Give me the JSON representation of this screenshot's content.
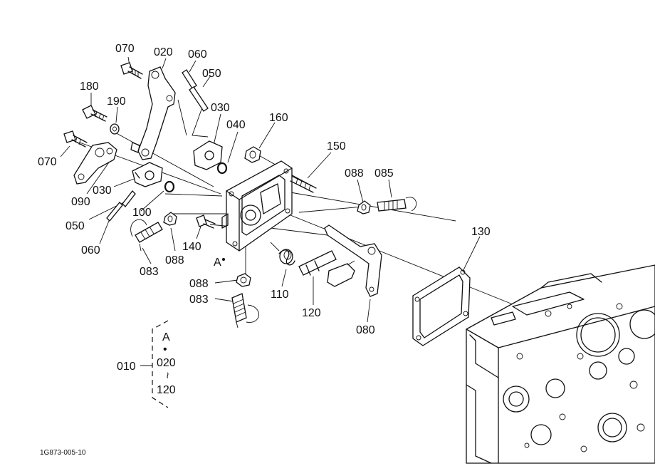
{
  "callouts": [
    {
      "id": "070a",
      "text": "070"
    },
    {
      "id": "020",
      "text": "020"
    },
    {
      "id": "060a",
      "text": "060"
    },
    {
      "id": "050a",
      "text": "050"
    },
    {
      "id": "180",
      "text": "180"
    },
    {
      "id": "190",
      "text": "190"
    },
    {
      "id": "030a",
      "text": "030"
    },
    {
      "id": "040",
      "text": "040"
    },
    {
      "id": "160",
      "text": "160"
    },
    {
      "id": "150",
      "text": "150"
    },
    {
      "id": "088a",
      "text": "088"
    },
    {
      "id": "085",
      "text": "085"
    },
    {
      "id": "070b",
      "text": "070"
    },
    {
      "id": "090",
      "text": "090"
    },
    {
      "id": "030b",
      "text": "030"
    },
    {
      "id": "050b",
      "text": "050"
    },
    {
      "id": "100",
      "text": "100"
    },
    {
      "id": "060b",
      "text": "060"
    },
    {
      "id": "083a",
      "text": "083"
    },
    {
      "id": "088b",
      "text": "088"
    },
    {
      "id": "140",
      "text": "140"
    },
    {
      "id": "A",
      "text": "A"
    },
    {
      "id": "130",
      "text": "130"
    },
    {
      "id": "088c",
      "text": "088"
    },
    {
      "id": "083b",
      "text": "083"
    },
    {
      "id": "110",
      "text": "110"
    },
    {
      "id": "120",
      "text": "120"
    },
    {
      "id": "080",
      "text": "080"
    }
  ],
  "assembly": {
    "label": "010",
    "range_start": "A",
    "dot": "•",
    "range_mid": "020",
    "tilde": "~",
    "range_end": "120"
  },
  "reference": "1G873-005-10"
}
